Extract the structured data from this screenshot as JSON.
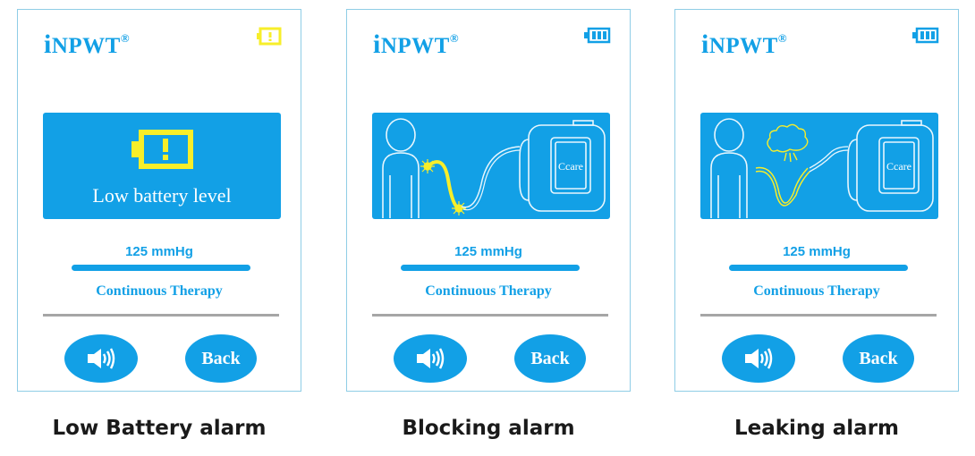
{
  "colors": {
    "accent": "#12a0e6",
    "warning": "#f7ee2a",
    "divider": "#a6a6a6"
  },
  "panels": [
    {
      "brand": {
        "initial": "i",
        "name": "NPWT",
        "mark": "®"
      },
      "battery_state": "low-warning",
      "alarm_graphic": "low-battery",
      "alarm_text": "Low battery level",
      "pressure": "125 mmHg",
      "mode": "Continuous Therapy",
      "sound_button_icon": "speaker-icon",
      "back_label": "Back",
      "caption": "Low Battery alarm"
    },
    {
      "brand": {
        "initial": "i",
        "name": "NPWT",
        "mark": "®"
      },
      "battery_state": "full",
      "alarm_graphic": "blocking",
      "device_label": "Ccare",
      "pressure": "125 mmHg",
      "mode": "Continuous Therapy",
      "sound_button_icon": "speaker-icon",
      "back_label": "Back",
      "caption": "Blocking alarm"
    },
    {
      "brand": {
        "initial": "i",
        "name": "NPWT",
        "mark": "®"
      },
      "battery_state": "full",
      "alarm_graphic": "leaking",
      "device_label": "Ccare",
      "pressure": "125 mmHg",
      "mode": "Continuous Therapy",
      "sound_button_icon": "speaker-icon",
      "back_label": "Back",
      "caption": "Leaking alarm"
    }
  ]
}
